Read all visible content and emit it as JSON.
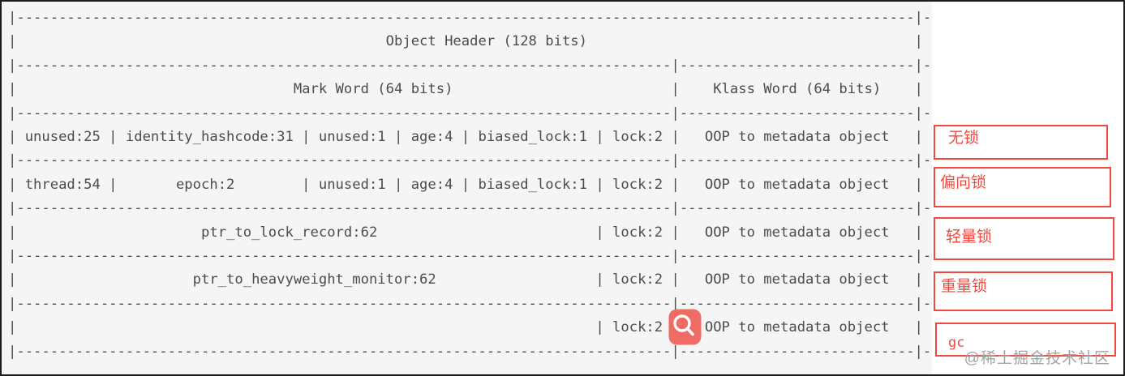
{
  "diagram": {
    "background": "#f5f5f6",
    "text_color": "#4c4c4c",
    "lines": [
      "|-----------------------------------------------------------------------------------------------------------|-",
      "|                                            Object Header (128 bits)                                       |",
      "|------------------------------------------------------------------------------|----------------------------|-",
      "|                                 Mark Word (64 bits)                          |    Klass Word (64 bits)    |",
      "|------------------------------------------------------------------------------|----------------------------|-",
      "| unused:25 | identity_hashcode:31 | unused:1 | age:4 | biased_lock:1 | lock:2 |   OOP to metadata object   |",
      "|------------------------------------------------------------------------------|----------------------------|-",
      "| thread:54 |       epoch:2        | unused:1 | age:4 | biased_lock:1 | lock:2 |   OOP to metadata object   |",
      "|------------------------------------------------------------------------------|----------------------------|-",
      "|                      ptr_to_lock_record:62                          | lock:2 |   OOP to metadata object   |",
      "|------------------------------------------------------------------------------|----------------------------|-",
      "|                     ptr_to_heavyweight_monitor:62                   | lock:2 |   OOP to metadata object   |",
      "|------------------------------------------------------------------------------|----------------------------|-",
      "|                                                                     | lock:2 |   OOP to metadata object   |",
      "|------------------------------------------------------------------------------|----------------------------|-"
    ]
  },
  "annotations": {
    "no_lock": "无锁",
    "biased_lock": "偏向锁",
    "lightweight_lock": "轻量锁",
    "heavyweight_lock": "重量锁",
    "gc": "gc"
  },
  "icon": {
    "name": "magnifier",
    "background": "#ee6c63",
    "glyph_color": "#ffffff"
  },
  "watermark": "@稀土掘金技术社区",
  "colors": {
    "annotation_red": "#f2493f",
    "border_black": "#1b1b1b",
    "watermark_gray": "#a3a3a3"
  }
}
